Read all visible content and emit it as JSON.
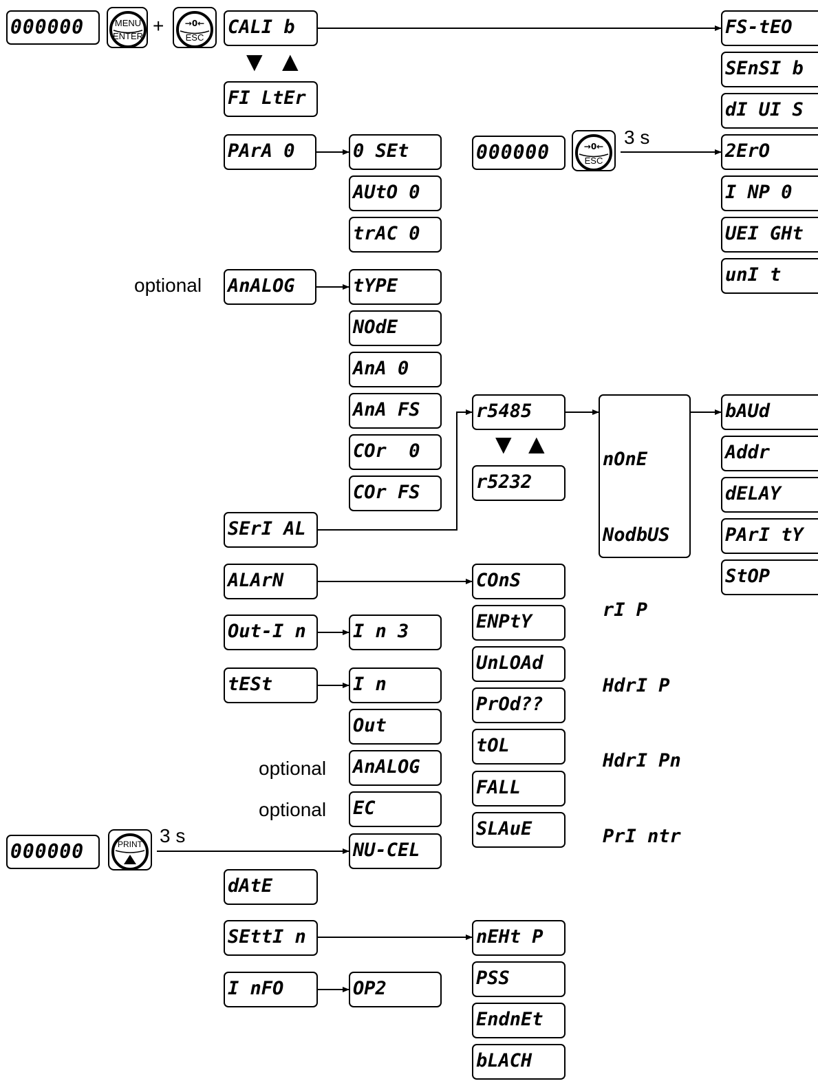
{
  "labels": {
    "optional": "optional",
    "plus": "+",
    "three_s": "3 s"
  },
  "keys": {
    "menu_enter": {
      "line1": "MENU",
      "line2": "ENTER"
    },
    "zero_esc": {
      "symbol": "→0←",
      "label": "ESC"
    },
    "print": {
      "label": "PRINT"
    }
  },
  "displays": {
    "weight_top": "000000",
    "weight_mid": "000000",
    "weight_bottom": "000000"
  },
  "menu": {
    "calib": "CALI b",
    "filter": "FI LtEr",
    "param0": "PArA 0",
    "analog": "AnALOG",
    "serial": "SErI AL",
    "alarm": "ALArN",
    "out_in": "Out-I n",
    "test": "tESt",
    "date": "dAtE",
    "settings": "SEttI n",
    "info": "I nFO"
  },
  "param0_items": [
    "0 SEt",
    "AUtO 0",
    "trAC 0"
  ],
  "analog_items": [
    "tYPE",
    "NOdE",
    "AnA 0",
    "AnA FS",
    "COr  0",
    "COr FS"
  ],
  "serial_ports": [
    "r5485",
    "r5232"
  ],
  "protocols": [
    "nOnE",
    "NodbUS",
    "rI P",
    "HdrI P",
    "HdrI Pn",
    "PrI ntr"
  ],
  "protocol_params": [
    "bAUd",
    "Addr",
    "dELAY",
    "PArI tY",
    "StOP"
  ],
  "calib_items": [
    "FS-tEO",
    "SEnSI b",
    "dI UI S",
    "2ErO",
    "I NP 0",
    "UEI GHt",
    "unI t"
  ],
  "alarm_items": [
    "COnS",
    "ENPtY",
    "UnLOAd",
    "PrOd??",
    "tOL",
    "FALL",
    "SLAuE"
  ],
  "outin_items": [
    "I n 3"
  ],
  "test_items": [
    "I n",
    "Out",
    "AnALOG",
    "EC",
    "NU-CEL"
  ],
  "settings_items": [
    "nEHt P",
    "PSS",
    "EndnEt",
    "bLACH"
  ],
  "info_items": [
    "OP2"
  ],
  "arrows": {
    "down": "▼",
    "up": "▲"
  }
}
